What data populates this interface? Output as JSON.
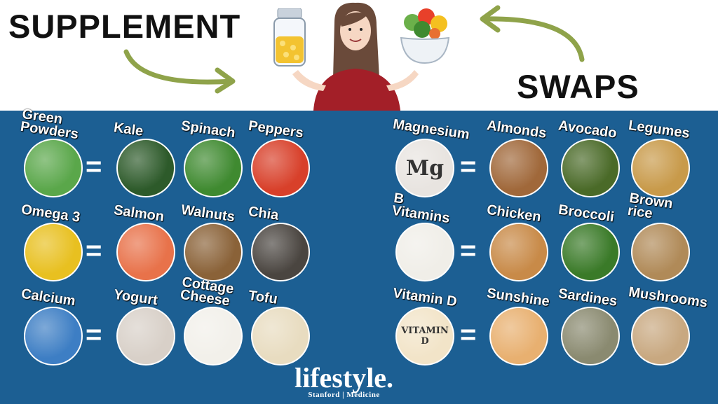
{
  "header": {
    "supplement": "SUPPLEMENT",
    "swaps": "SWAPS"
  },
  "left": [
    {
      "supplement": {
        "label": "Green Powders",
        "color": "#5aa74a"
      },
      "equals": "=",
      "foods": [
        {
          "label": "Kale",
          "color": "#2d5a2a"
        },
        {
          "label": "Spinach",
          "color": "#3f8a30"
        },
        {
          "label": "Peppers",
          "color": "#d8402a"
        }
      ]
    },
    {
      "supplement": {
        "label": "Omega 3",
        "color": "#e8c020"
      },
      "equals": "=",
      "foods": [
        {
          "label": "Salmon",
          "color": "#e8724a"
        },
        {
          "label": "Walnuts",
          "color": "#8a6238"
        },
        {
          "label": "Chia",
          "color": "#4a4540"
        }
      ]
    },
    {
      "supplement": {
        "label": "Calcium",
        "color": "#3d7ec4"
      },
      "equals": "=",
      "foods": [
        {
          "label": "Yogurt",
          "color": "#d8d0c8"
        },
        {
          "label": "Cottage Cheese",
          "color": "#f2f0ea"
        },
        {
          "label": "Tofu",
          "color": "#e8dcc0"
        }
      ]
    }
  ],
  "right": [
    {
      "supplement": {
        "label": "Magnesium",
        "color": "#e8e4e0",
        "text": "Mg"
      },
      "equals": "=",
      "foods": [
        {
          "label": "Almonds",
          "color": "#a0683a"
        },
        {
          "label": "Avocado",
          "color": "#4a6a28"
        },
        {
          "label": "Legumes",
          "color": "#c89a4a"
        }
      ]
    },
    {
      "supplement": {
        "label": "B Vitamins",
        "color": "#f0eee8"
      },
      "equals": "=",
      "foods": [
        {
          "label": "Chicken",
          "color": "#c88a48"
        },
        {
          "label": "Broccoli",
          "color": "#3a7a28"
        },
        {
          "label": "Brown rice",
          "color": "#b08a58"
        }
      ]
    },
    {
      "supplement": {
        "label": "Vitamin D",
        "color": "#f2e4c8",
        "text": "VITAMIN D"
      },
      "equals": "=",
      "foods": [
        {
          "label": "Sunshine",
          "color": "#e8b070"
        },
        {
          "label": "Sardines",
          "color": "#8a8a70"
        },
        {
          "label": "Mushrooms",
          "color": "#c8a880"
        }
      ]
    }
  ],
  "brand": {
    "name": "lifestyle.",
    "sub": "Stanford | Medicine"
  },
  "colors": {
    "panel": "#1c5f93",
    "arrow": "#8fa34a"
  }
}
